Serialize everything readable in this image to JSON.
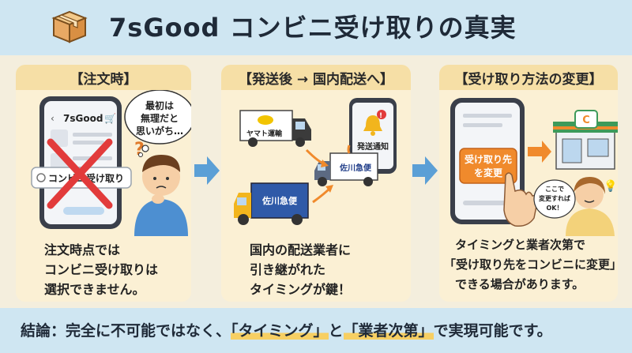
{
  "header": {
    "title": "7sGood コンビニ受け取りの真実"
  },
  "panels": [
    {
      "heading": "【注文時】",
      "phone_app_name": "7sGood",
      "phone_option": "コンビニ受け取り",
      "speech_bubble": [
        "最初は",
        "無理だと",
        "思いがち…"
      ],
      "caption": [
        "注文時点では",
        "コンビニ受け取りは",
        "選択できません。"
      ]
    },
    {
      "heading": "【発送後 → 国内配送へ】",
      "truck1_label": "ヤマト運輸",
      "truck2_label": "佐川急便",
      "truck3_label": "佐川急便",
      "notification_label": "発送通知",
      "caption": [
        "国内の配送業者に",
        "引き継がれた",
        "タイミングが鍵！"
      ]
    },
    {
      "heading": "【受け取り方法の変更】",
      "phone_button": [
        "受け取り先",
        "を変更"
      ],
      "bubble": [
        "ここで",
        "変更すれば",
        "OK！"
      ],
      "caption": [
        "タイミングと業者次第で",
        "「受け取り先をコンビニに変更」",
        "できる場合があります。"
      ]
    }
  ],
  "footer": {
    "prefix": "結論：完全に不可能ではなく、",
    "hl1": "「タイミング」",
    "middle": "と",
    "hl2": "「業者次第」",
    "suffix": "で実現可能です。"
  },
  "colors": {
    "header_bg": "#cfe6f2",
    "panel_bg": "#fbf0d4",
    "panel_header_bg": "#f6dfa6",
    "arrow_blue": "#5b9fd6",
    "cross_red": "#e23b3b",
    "accent_orange": "#f08a2c"
  }
}
